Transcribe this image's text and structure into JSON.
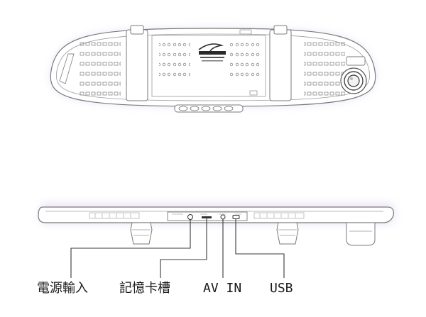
{
  "callouts": [
    {
      "key": "power",
      "label": "電源輸入"
    },
    {
      "key": "card",
      "label": "記憶卡槽"
    },
    {
      "key": "av",
      "label": "AV IN"
    },
    {
      "key": "usb",
      "label": "USB"
    }
  ],
  "product": {
    "views": [
      "front",
      "bottom"
    ]
  },
  "colors": {
    "outline": "#7a7a7a",
    "glow": "#ece4f4",
    "fill": "#ffffff",
    "callout_line": "#3a3a3a",
    "text": "#1a1a1a"
  }
}
